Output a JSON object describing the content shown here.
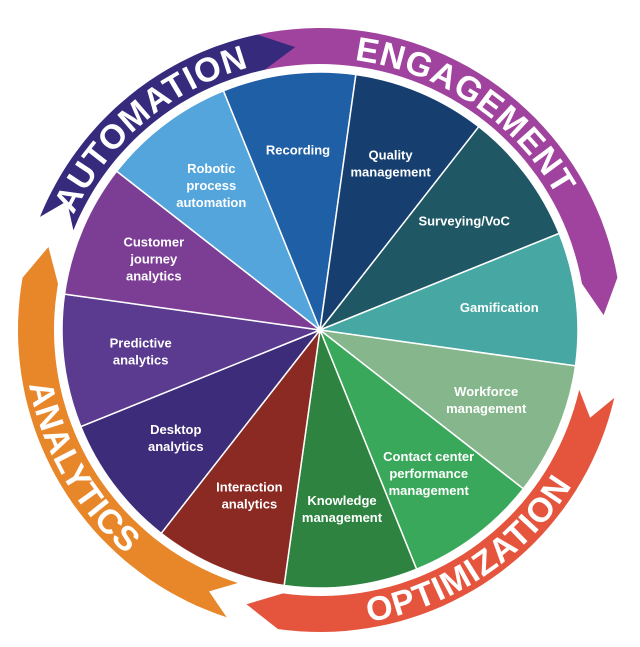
{
  "wheel": {
    "segments": [
      {
        "lines": [
          "Recording"
        ],
        "color": "#1f5fa6"
      },
      {
        "lines": [
          "Quality",
          "management"
        ],
        "color": "#163f70"
      },
      {
        "lines": [
          "Surveying/VoC"
        ],
        "color": "#1f5764"
      },
      {
        "lines": [
          "Gamification"
        ],
        "color": "#47a7a2"
      },
      {
        "lines": [
          "Workforce",
          "management"
        ],
        "color": "#86b68c"
      },
      {
        "lines": [
          "Contact center",
          "performance",
          "management"
        ],
        "color": "#3aa85a"
      },
      {
        "lines": [
          "Knowledge",
          "management"
        ],
        "color": "#2e8340"
      },
      {
        "lines": [
          "Interaction",
          "analytics"
        ],
        "color": "#8b2a22"
      },
      {
        "lines": [
          "Desktop",
          "analytics"
        ],
        "color": "#3c2c7a"
      },
      {
        "lines": [
          "Predictive",
          "analytics"
        ],
        "color": "#5b3b8f"
      },
      {
        "lines": [
          "Customer",
          "journey",
          "analytics"
        ],
        "color": "#7c3e95"
      },
      {
        "lines": [
          "Robotic",
          "process",
          "automation"
        ],
        "color": "#53a5dc"
      }
    ]
  },
  "categories": [
    {
      "label": "ENGAGEMENT",
      "color": "#a0439e"
    },
    {
      "label": "OPTIMIZATION",
      "color": "#e5553e"
    },
    {
      "label": "ANALYTICS",
      "color": "#e8862a"
    },
    {
      "label": "AUTOMATION",
      "color": "#362a7c"
    }
  ]
}
